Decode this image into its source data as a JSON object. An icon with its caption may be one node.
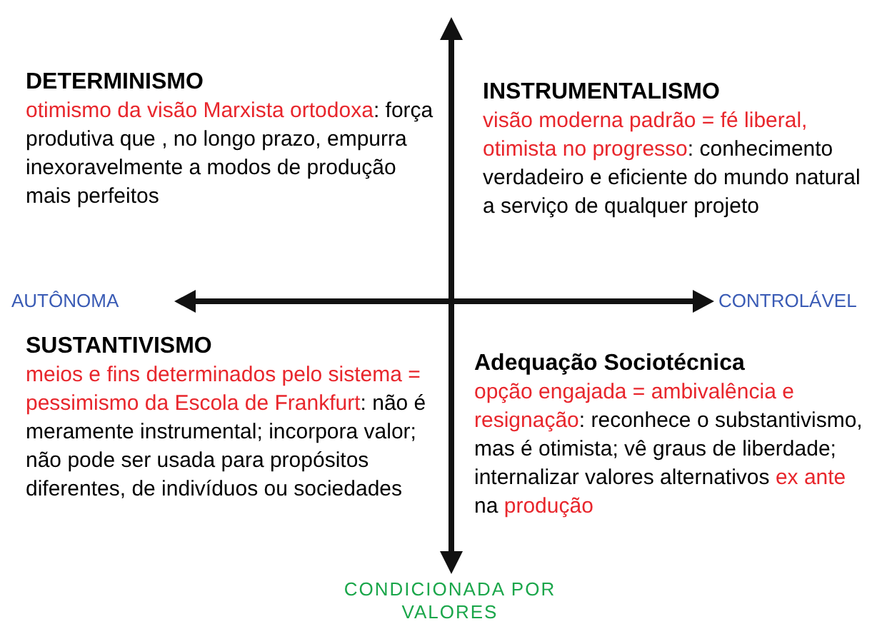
{
  "diagram": {
    "nodes": [
      {
        "text": [
          "DETERMINISMO",
          "otimismo da visão Marxista ortodoxa",
          ": força produtiva que , no longo prazo, empurra inexoravelmente a modos de produção mais perfeitos"
        ]
      },
      {
        "text": [
          "INSTRUMENTALISMO",
          "visão moderna padrão = fé liberal, otimista no progresso",
          ": conhecimento verdadeiro e eficiente do mundo natural a serviço de qualquer projeto"
        ]
      },
      {
        "text": [
          "SUSTANTIVISMO",
          "meios e fins determinados pelo sistema = pessimismo da Escola de Frankfurt",
          ": não é meramente instrumental; incorpora valor; não pode ser usada para propósitos diferentes, de indivíduos ou sociedades"
        ]
      },
      {
        "text": [
          "Adequação Sociotécnica",
          "opção  engajada = ambivalência e resignação",
          ": reconhece o substantivismo, mas é otimista; vê graus de liberdade; internalizar valores alternativos",
          "ex ante",
          "na",
          "produção"
        ]
      }
    ],
    "edges": [],
    "labels": [
      "AUTÔNOMA",
      "CONTROLÁVEL",
      "CONDICIONADA POR VALORES"
    ]
  }
}
